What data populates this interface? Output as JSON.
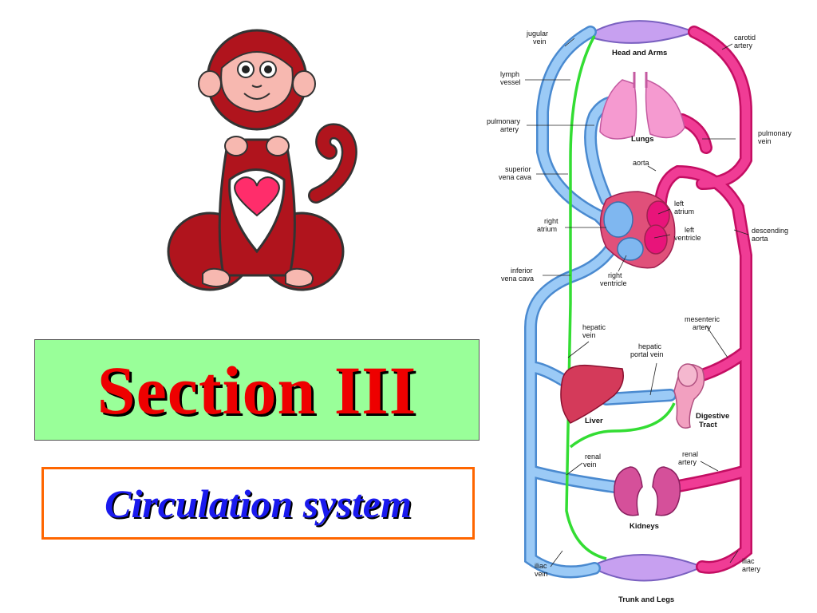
{
  "section": {
    "title": "Section III"
  },
  "subtitle": {
    "text": "Circulation system"
  },
  "mascot": {
    "icon": "monkey-heart-icon",
    "body_color": "#b0141d",
    "face_color": "#f7b8b0",
    "heart_color": "#ff2d6b"
  },
  "colors": {
    "title_red": "#ee0000",
    "green_box": "#99ff99",
    "subtitle_blue": "#1a1aee",
    "subtitle_border": "#ff6600",
    "vein_blue": "#7fb7f0",
    "artery_pink": "#e8147a",
    "lymph_green": "#33dd33"
  },
  "diagram": {
    "regions": {
      "head_arms": "Head and Arms",
      "lungs": "Lungs",
      "liver": "Liver",
      "digestive1": "Digestive",
      "digestive2": "Tract",
      "kidneys": "Kidneys",
      "trunk_legs": "Trunk and Legs"
    },
    "labels": {
      "jugular1": "jugular",
      "jugular2": "vein",
      "carotid1": "carotid",
      "carotid2": "artery",
      "lymph1": "lymph",
      "lymph2": "vessel",
      "pulmart1": "pulmonary",
      "pulmart2": "artery",
      "pulmvein1": "pulmonary",
      "pulmvein2": "vein",
      "svc1": "superior",
      "svc2": "vena cava",
      "aorta": "aorta",
      "latrium1": "left",
      "latrium2": "atrium",
      "ratrium1": "right",
      "ratrium2": "atrium",
      "lvent1": "left",
      "lvent2": "ventricle",
      "descaorta1": "descending",
      "descaorta2": "aorta",
      "ivc1": "inferior",
      "ivc2": "vena cava",
      "rvent1": "right",
      "rvent2": "ventricle",
      "mesart1": "mesenteric",
      "mesart2": "artery",
      "hepvein1": "hepatic",
      "hepvein2": "vein",
      "heppor1": "hepatic",
      "heppor2": "portal vein",
      "renvein1": "renal",
      "renvein2": "vein",
      "renart1": "renal",
      "renart2": "artery",
      "iliacvein1": "iliac",
      "iliacvein2": "vein",
      "iliacart1": "iliac",
      "iliacart2": "artery"
    }
  }
}
